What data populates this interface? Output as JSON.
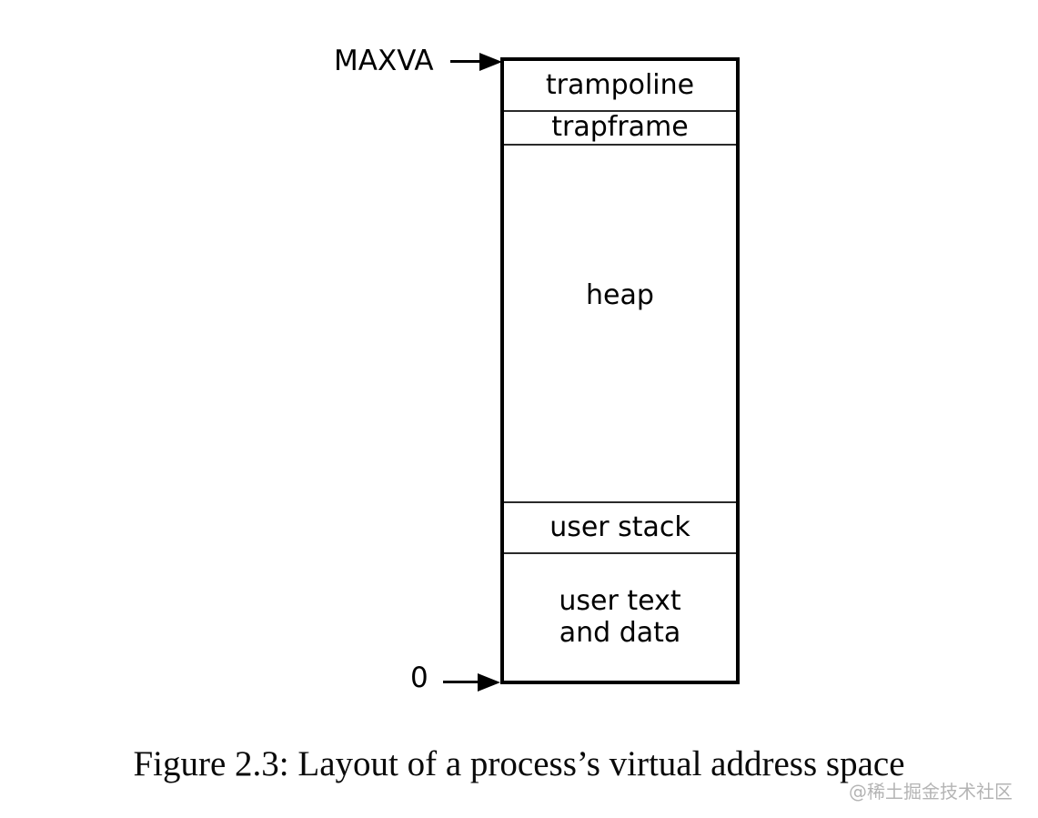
{
  "diagram": {
    "top_address_label": "MAXVA",
    "bottom_address_label": "0",
    "sections": [
      {
        "name": "trampoline",
        "label": "trampoline"
      },
      {
        "name": "trapframe",
        "label": "trapframe"
      },
      {
        "name": "heap",
        "label": "heap"
      },
      {
        "name": "user-stack",
        "label": "user stack"
      },
      {
        "name": "user-text-and-data",
        "lines": [
          "user text",
          "and data"
        ]
      }
    ]
  },
  "caption": "Figure 2.3: Layout of a process’s virtual address space",
  "watermark": "@稀土掘金技术社区",
  "colors": {
    "background": "#ffffff",
    "box_border": "#000000",
    "divider": "#2a2a2a",
    "text": "#000000",
    "watermark": "#9c9c9c"
  }
}
